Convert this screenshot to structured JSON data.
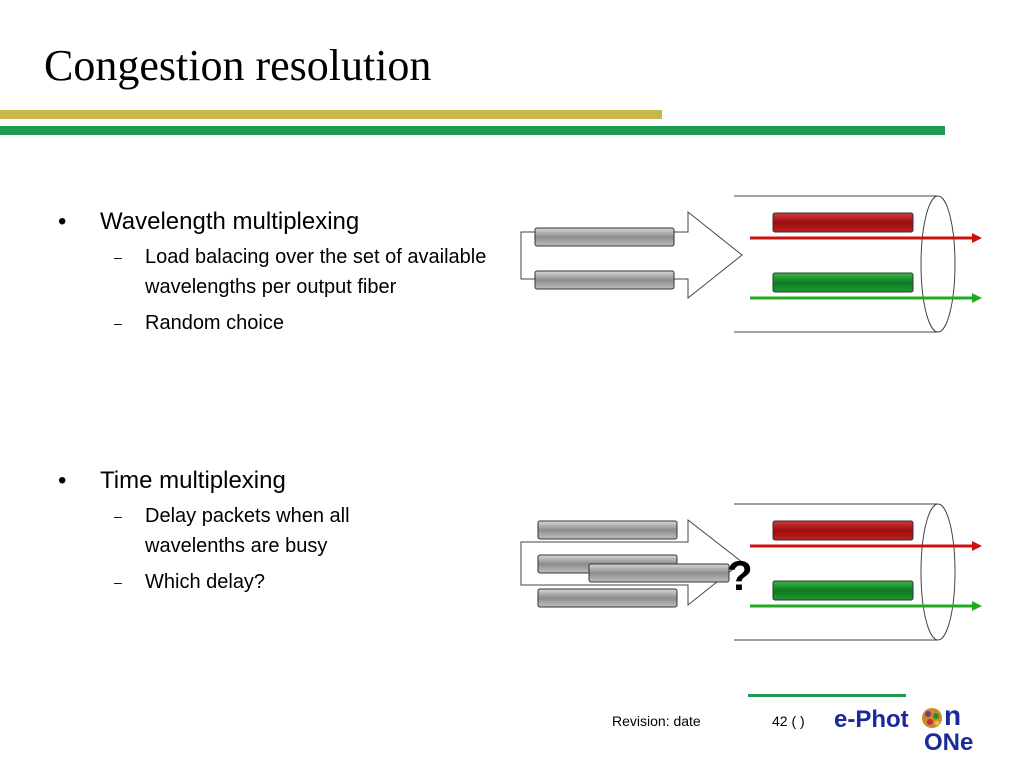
{
  "slide": {
    "title": "Congestion resolution"
  },
  "bullets": [
    {
      "marker": "•",
      "text": "Wavelength multiplexing",
      "subs": [
        {
          "marker": "–",
          "text": "Load balacing over the set of available wavelengths per output fiber"
        },
        {
          "marker": "–",
          "text": "Random choice"
        }
      ]
    },
    {
      "marker": "•",
      "text": "Time multiplexing",
      "subs": [
        {
          "marker": "–",
          "text": "Delay packets when all wavelenths are busy"
        },
        {
          "marker": "–",
          "text": "Which delay?"
        }
      ]
    }
  ],
  "diagram2": {
    "question_mark": "?"
  },
  "footer": {
    "revision": "Revision: date",
    "page": "42 (   )"
  },
  "logo": {
    "line1": "e-Phot",
    "line1_end": "n",
    "line2": "ONe"
  },
  "colors": {
    "title_bar_gold": "#c8b84a",
    "title_bar_green": "#1f9a52",
    "red_packet": "#a50f14",
    "green_packet": "#0f8a2a",
    "gray_packet": "#8c8c8c",
    "red_arrow": "#cc1111",
    "green_arrow": "#22aa22",
    "logo_text": "#1a2a9a"
  }
}
